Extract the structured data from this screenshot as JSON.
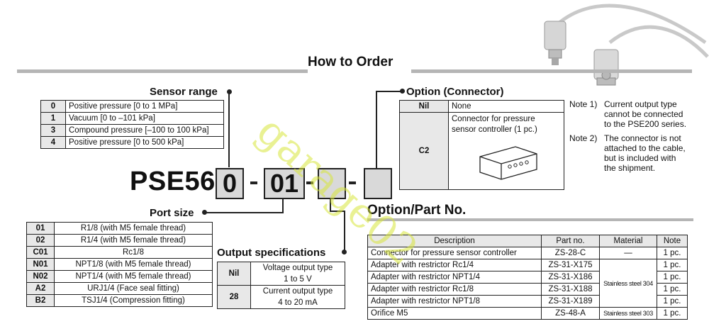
{
  "header": {
    "title": "How to Order"
  },
  "sensor_range": {
    "title": "Sensor range",
    "rows": [
      {
        "code": "0",
        "desc": "Positive pressure [0 to 1 MPa]"
      },
      {
        "code": "1",
        "desc": "Vacuum [0 to –101 kPa]"
      },
      {
        "code": "3",
        "desc": "Compound pressure [–100 to 100 kPa]"
      },
      {
        "code": "4",
        "desc": "Positive pressure [0 to 500 kPa]"
      }
    ]
  },
  "model": {
    "base": "PSE56",
    "box1": "0",
    "box2": "01",
    "box3": "",
    "box4": ""
  },
  "port_size": {
    "title": "Port size",
    "rows": [
      {
        "code": "01",
        "desc": "R1/8 (with M5 female thread)"
      },
      {
        "code": "02",
        "desc": "R1/4 (with M5 female thread)"
      },
      {
        "code": "C01",
        "desc": "Rc1/8"
      },
      {
        "code": "N01",
        "desc": "NPT1/8 (with M5 female thread)"
      },
      {
        "code": "N02",
        "desc": "NPT1/4 (with M5 female thread)"
      },
      {
        "code": "A2",
        "desc": "URJ1/4 (Face seal fitting)"
      },
      {
        "code": "B2",
        "desc": "TSJ1/4 (Compression fitting)"
      }
    ]
  },
  "output_spec": {
    "title": "Output specifications",
    "rows": [
      {
        "code": "Nil",
        "line1": "Voltage output type",
        "line2": "1 to 5 V"
      },
      {
        "code": "28",
        "line1": "Current output type",
        "line2": "4 to 20 mA"
      }
    ]
  },
  "option_connector": {
    "title": "Option (Connector)",
    "rows": [
      {
        "code": "Nil",
        "desc": "None"
      },
      {
        "code": "C2",
        "desc_line1": "Connector for pressure",
        "desc_line2": "sensor controller (1 pc.)"
      }
    ]
  },
  "notes": [
    {
      "label": "Note 1)",
      "lines": [
        "Current output type",
        "cannot be connected",
        "to the PSE200 series."
      ]
    },
    {
      "label": "Note 2)",
      "lines": [
        "The connector is not",
        "attached to the cable,",
        "but is included with",
        "the shipment."
      ]
    }
  ],
  "option_part": {
    "title": "Option/Part No.",
    "headers": [
      "Description",
      "Part no.",
      "Material",
      "Note"
    ],
    "rows": [
      {
        "desc": "Connector for pressure sensor controller",
        "part": "ZS-28-C",
        "material": "—",
        "note": "1 pc."
      },
      {
        "desc": "Adapter with restrictor Rc1/4",
        "part": "ZS-31-X175",
        "material": "Stainless steel 304",
        "note": "1 pc."
      },
      {
        "desc": "Adapter with restrictor NPT1/4",
        "part": "ZS-31-X186",
        "material": "",
        "note": "1 pc."
      },
      {
        "desc": "Adapter with restrictor Rc1/8",
        "part": "ZS-31-X188",
        "material": "",
        "note": "1 pc."
      },
      {
        "desc": "Adapter with restrictor NPT1/8",
        "part": "ZS-31-X189",
        "material": "",
        "note": "1 pc."
      },
      {
        "desc": "Orifice M5",
        "part": "ZS-48-A",
        "material": "Stainless steel 303",
        "note": "1 pc."
      }
    ]
  },
  "watermark": "garage02"
}
